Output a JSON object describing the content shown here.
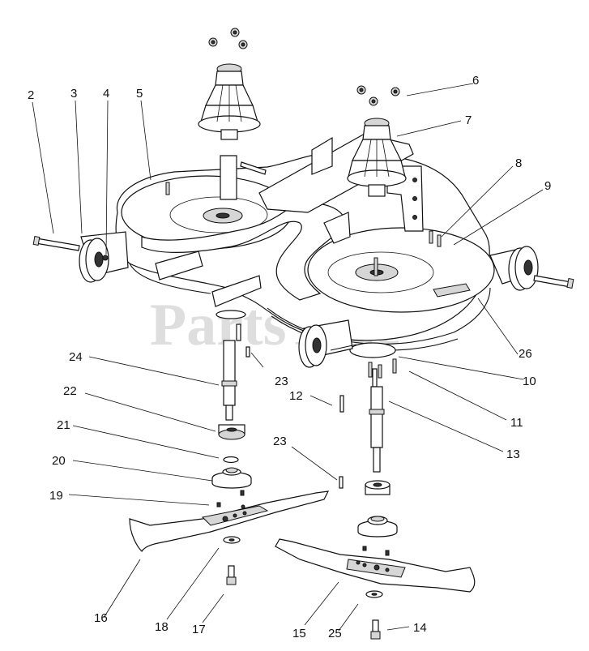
{
  "watermark": "PartsTree",
  "callouts": [
    {
      "id": "c2",
      "text": "2"
    },
    {
      "id": "c3",
      "text": "3"
    },
    {
      "id": "c4",
      "text": "4"
    },
    {
      "id": "c5",
      "text": "5"
    },
    {
      "id": "c6",
      "text": "6"
    },
    {
      "id": "c7",
      "text": "7"
    },
    {
      "id": "c8",
      "text": "8"
    },
    {
      "id": "c9",
      "text": "9"
    },
    {
      "id": "c10",
      "text": "10"
    },
    {
      "id": "c11",
      "text": "11"
    },
    {
      "id": "c12",
      "text": "12"
    },
    {
      "id": "c13",
      "text": "13"
    },
    {
      "id": "c14",
      "text": "14"
    },
    {
      "id": "c15",
      "text": "15"
    },
    {
      "id": "c16",
      "text": "16"
    },
    {
      "id": "c17",
      "text": "17"
    },
    {
      "id": "c18",
      "text": "18"
    },
    {
      "id": "c19",
      "text": "19"
    },
    {
      "id": "c20",
      "text": "20"
    },
    {
      "id": "c21",
      "text": "21"
    },
    {
      "id": "c22",
      "text": "22"
    },
    {
      "id": "c23a",
      "text": "23"
    },
    {
      "id": "c23b",
      "text": "23"
    },
    {
      "id": "c24",
      "text": "24"
    },
    {
      "id": "c25",
      "text": "25"
    },
    {
      "id": "c26",
      "text": "26"
    }
  ]
}
